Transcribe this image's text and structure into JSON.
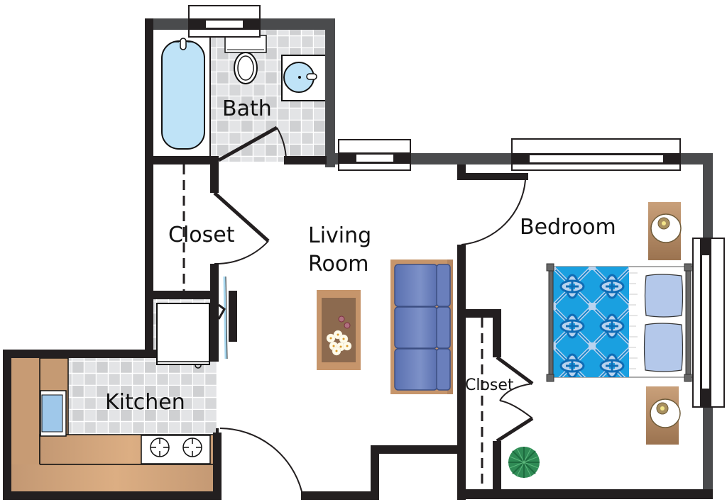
{
  "title": "One Bedroom Apartment Floor Plan",
  "rooms": {
    "bath": "Bath",
    "closet_hall": "Closet",
    "living_line1": "Living",
    "living_line2": "Room",
    "bedroom": "Bedroom",
    "closet_bedroom": "Closet",
    "kitchen": "Kitchen"
  },
  "colors": {
    "exterior_wall": "#4a4b4d",
    "interior_wall": "#231f20",
    "tile_light": "#e3e4e6",
    "tile_dark": "#cfd0d2",
    "wood": "#c89a72",
    "wood_light": "#d8ad84",
    "water_blue": "#bfe3f7",
    "sink_blue": "#9fc8ea",
    "sofa_blue": "#6f85c0",
    "bedspread_blue": "#1aa0e0",
    "pillow_blue": "#b4c8ea",
    "plant_green": "#2e8b57"
  },
  "fixtures": [
    "bathtub-icon",
    "toilet-icon",
    "bathroom-sink-icon",
    "refrigerator-icon",
    "kitchen-sink-icon",
    "stove-icon",
    "coffee-table-icon",
    "sofa-icon",
    "tv-icon",
    "bed-icon",
    "nightstand-icon",
    "lamp-icon",
    "plant-icon"
  ]
}
